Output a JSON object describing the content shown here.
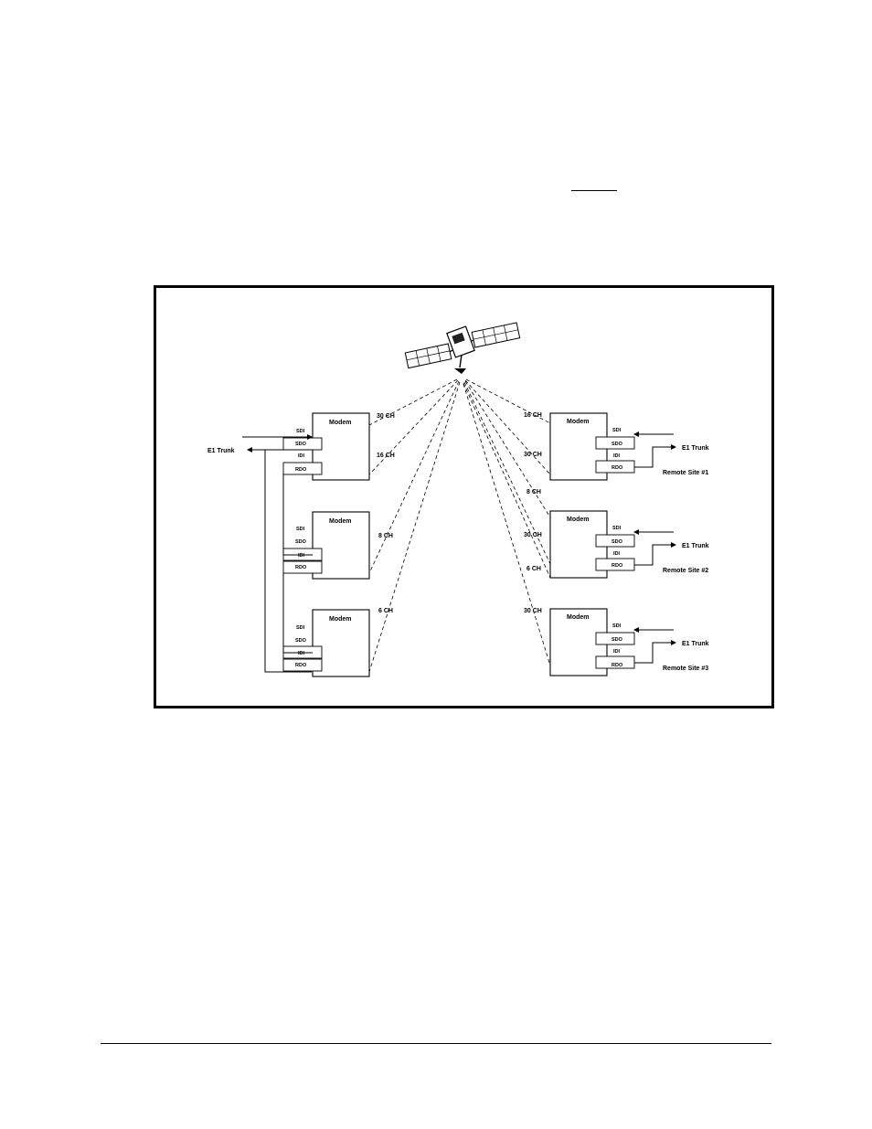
{
  "modem_label": "Modem",
  "pins": {
    "sdi": "SDI",
    "sdo": "SDO",
    "idi": "IDI",
    "rdo": "RDO"
  },
  "hub": {
    "trunk_label": "E1 Trunk",
    "links": [
      {
        "tx": "30 CH",
        "rx": "16 CH"
      },
      {
        "tx": "8 CH"
      },
      {
        "tx": "6 CH"
      }
    ]
  },
  "remotes": [
    {
      "site": "Remote Site #1",
      "trunk": "E1 Trunk",
      "tx": "16 CH",
      "rx": "30 CH"
    },
    {
      "site": "Remote Site #2",
      "trunk": "E1 Trunk",
      "tx": "30 CH",
      "rx": "6 CH"
    },
    {
      "site": "Remote Site #3",
      "trunk": "E1 Trunk",
      "tx": "30 CH"
    }
  ],
  "middle_label": "8 CH",
  "satellite_icon": "satellite-icon",
  "colors": {
    "ink": "#000000",
    "paper": "#ffffff"
  }
}
